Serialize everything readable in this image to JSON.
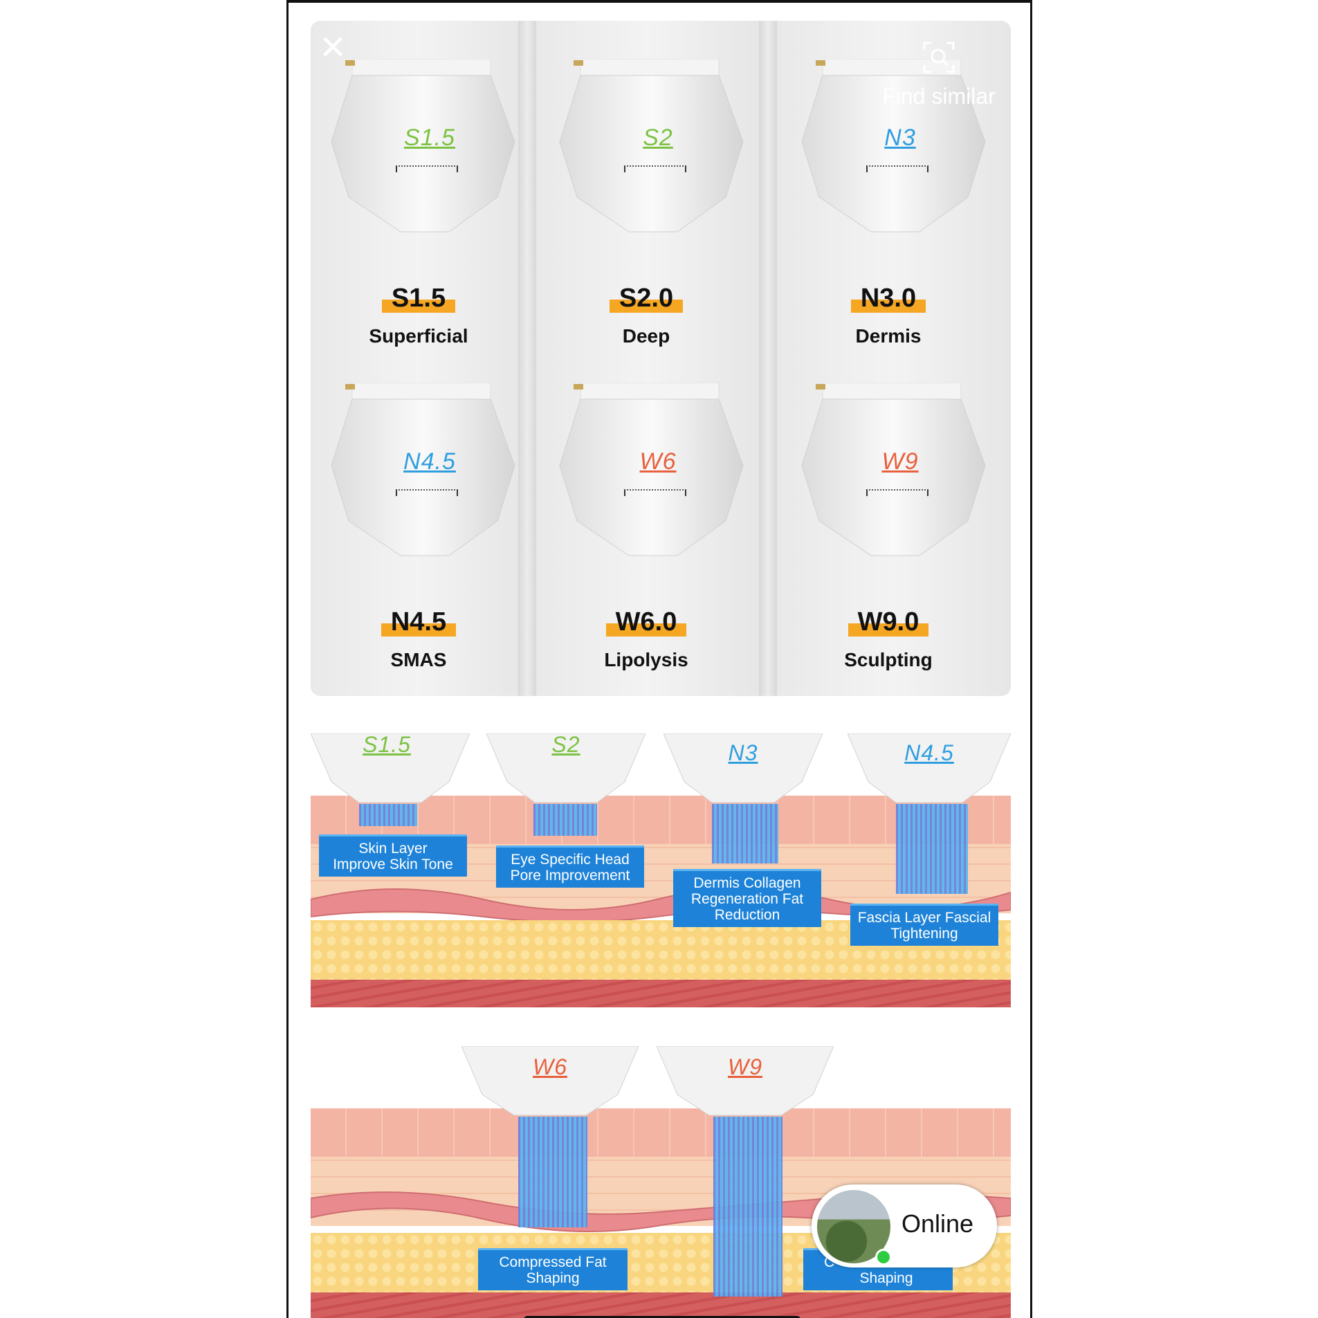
{
  "toolbar": {
    "close_icon": "close-icon",
    "find_similar_label": "Find similar",
    "find_similar_icon": "magnifier-frame-icon"
  },
  "heads": [
    {
      "code": "S1.5",
      "probe_code": "S1.5",
      "name": "Superficial",
      "color": "#7cc242"
    },
    {
      "code": "S2.0",
      "probe_code": "S2",
      "name": "Deep",
      "color": "#7cc242"
    },
    {
      "code": "N3.0",
      "probe_code": "N3",
      "name": "Dermis",
      "color": "#2f9ee0"
    },
    {
      "code": "N4.5",
      "probe_code": "N4.5",
      "name": "SMAS",
      "color": "#2f9ee0"
    },
    {
      "code": "W6.0",
      "probe_code": "W6",
      "name": "Lipolysis",
      "color": "#e8603c"
    },
    {
      "code": "W9.0",
      "probe_code": "W9",
      "name": "Sculpting",
      "color": "#e8603c"
    }
  ],
  "diagram1": {
    "heads": [
      {
        "code": "S1.5",
        "color": "#7cc242",
        "info_line1": "Skin Layer",
        "info_line2": "Improve Skin Tone",
        "info_line3": ""
      },
      {
        "code": "S2",
        "color": "#7cc242",
        "info_line1": "Eye Specific Head",
        "info_line2": "Pore Improvement",
        "info_line3": ""
      },
      {
        "code": "N3",
        "color": "#2f9ee0",
        "info_line1": "Dermis Collagen",
        "info_line2": "Regeneration Fat",
        "info_line3": "Reduction"
      },
      {
        "code": "N4.5",
        "color": "#2f9ee0",
        "info_line1": "Fascia Layer Fascial",
        "info_line2": "Tightening",
        "info_line3": ""
      }
    ]
  },
  "diagram2": {
    "heads": [
      {
        "code": "W6",
        "color": "#e8603c",
        "info_line1": "Compressed Fat",
        "info_line2": "Shaping"
      },
      {
        "code": "W9",
        "color": "#e8603c",
        "info_line1": "C",
        "info_line2": "Shaping"
      }
    ]
  },
  "chat": {
    "status_label": "Online",
    "status_color": "#2ecc40"
  }
}
